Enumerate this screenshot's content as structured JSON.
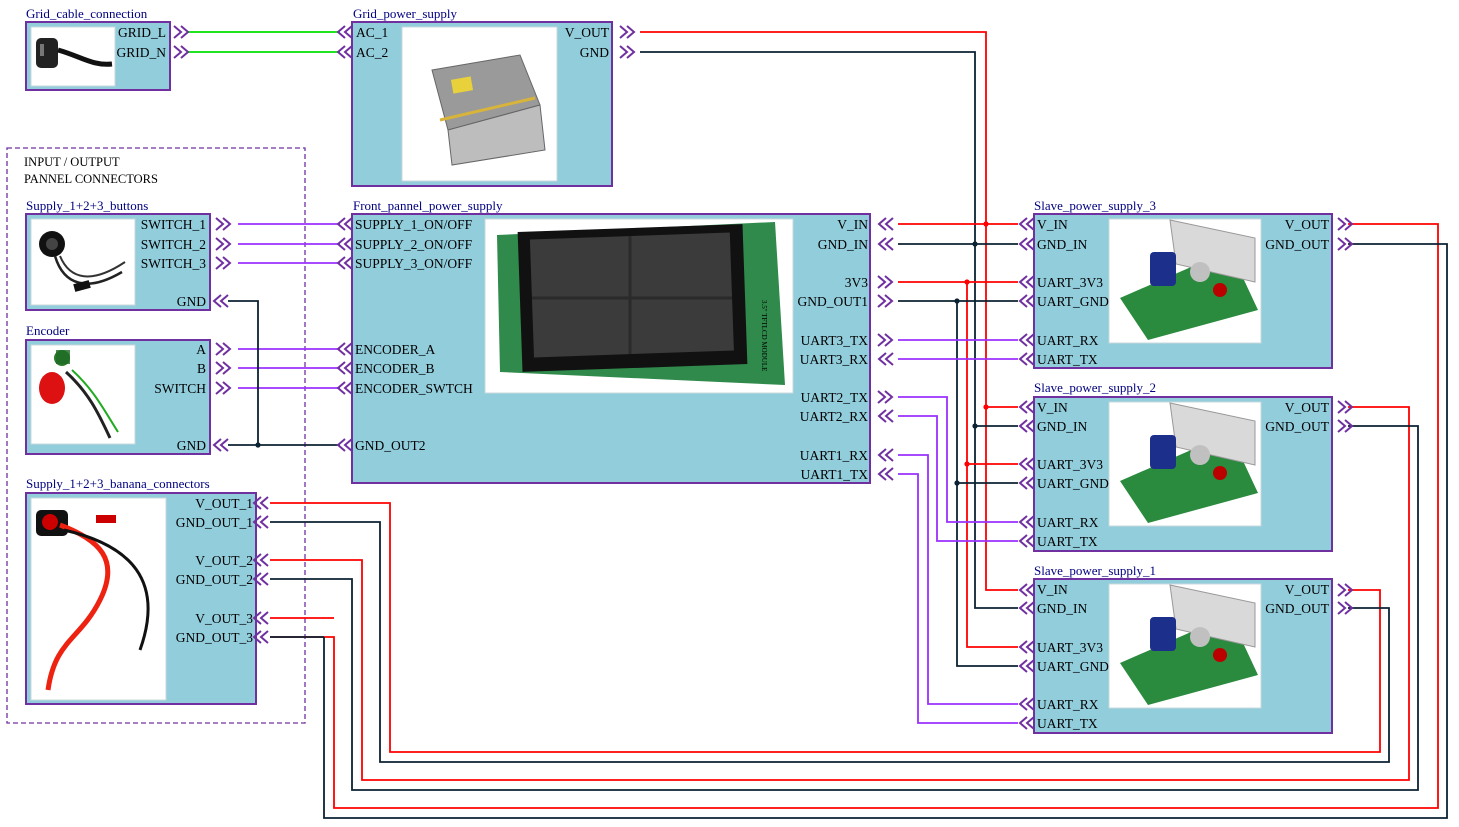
{
  "panel": {
    "title_line1": "INPUT / OUTPUT",
    "title_line2": "PANNEL CONNECTORS"
  },
  "blocks": {
    "grid_cable": {
      "title": "Grid_cable_connection",
      "ports": [
        "GRID_L",
        "GRID_N"
      ]
    },
    "grid_psu": {
      "title": "Grid_power_supply",
      "ports_left": [
        "AC_1",
        "AC_2"
      ],
      "ports_right": [
        "V_OUT",
        "GND"
      ]
    },
    "buttons": {
      "title": "Supply_1+2+3_buttons",
      "ports": [
        "SWITCH_1",
        "SWITCH_2",
        "SWITCH_3",
        "GND"
      ]
    },
    "encoder": {
      "title": "Encoder",
      "ports": [
        "A",
        "B",
        "SWITCH",
        "GND"
      ]
    },
    "banana": {
      "title": "Supply_1+2+3_banana_connectors",
      "ports": [
        "V_OUT_1",
        "GND_OUT_1",
        "V_OUT_2",
        "GND_OUT_2",
        "V_OUT_3",
        "GND_OUT_3"
      ]
    },
    "front": {
      "title": "Front_pannel_power_supply",
      "ports_left": [
        "SUPPLY_1_ON/OFF",
        "SUPPLY_2_ON/OFF",
        "SUPPLY_3_ON/OFF",
        "ENCODER_A",
        "ENCODER_B",
        "ENCODER_SWTCH",
        "GND_OUT2"
      ],
      "ports_right": [
        "V_IN",
        "GND_IN",
        "3V3",
        "GND_OUT1",
        "UART3_TX",
        "UART3_RX",
        "UART2_TX",
        "UART2_RX",
        "UART1_RX",
        "UART1_TX"
      ]
    },
    "slave3": {
      "title": "Slave_power_supply_3",
      "ports_left": [
        "V_IN",
        "GND_IN",
        "UART_3V3",
        "UART_GND",
        "UART_RX",
        "UART_TX"
      ],
      "ports_right": [
        "V_OUT",
        "GND_OUT"
      ]
    },
    "slave2": {
      "title": "Slave_power_supply_2",
      "ports_left": [
        "V_IN",
        "GND_IN",
        "UART_3V3",
        "UART_GND",
        "UART_RX",
        "UART_TX"
      ],
      "ports_right": [
        "V_OUT",
        "GND_OUT"
      ]
    },
    "slave1": {
      "title": "Slave_power_supply_1",
      "ports_left": [
        "V_IN",
        "GND_IN",
        "UART_3V3",
        "UART_GND",
        "UART_RX",
        "UART_TX"
      ],
      "ports_right": [
        "V_OUT",
        "GND_OUT"
      ]
    }
  },
  "display": {
    "module_label": "3.5\" TFTLCD MODULE"
  },
  "colors": {
    "block_fill": "#92cddc",
    "block_border": "#7030a0",
    "ac_wire": "#00e000",
    "power_wire": "#ff0000",
    "ground_wire": "#0b2233",
    "signal_wire": "#9b30ff",
    "title_text": "#000080"
  }
}
